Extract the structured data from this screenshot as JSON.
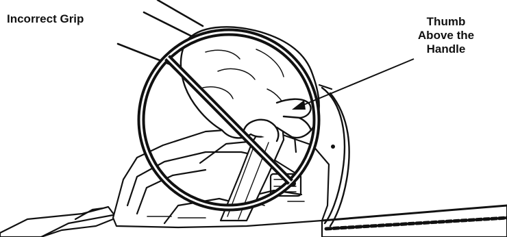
{
  "labels": {
    "left": "Incorrect Grip",
    "right_lines": [
      "Thumb",
      "Above the",
      "Handle"
    ]
  },
  "colors": {
    "ink": "#111111",
    "paper": "#ffffff",
    "shade": "#d9d9d9"
  },
  "icons": {
    "prohibition": "no-symbol-icon",
    "callout": "arrow-pointer"
  }
}
